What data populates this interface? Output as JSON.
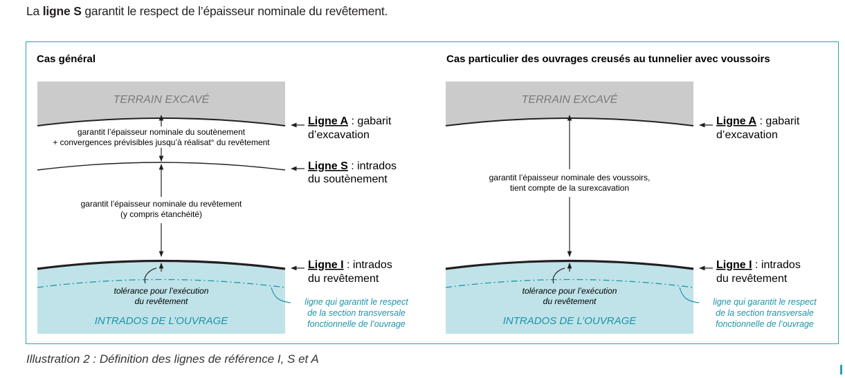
{
  "intro": {
    "before": "La ",
    "bold": "ligne S",
    "after": " garantit le respect de l’épaisseur nominale du revêtement."
  },
  "caption": "Illustration 2 : Définition des lignes de référence I, S et A",
  "colors": {
    "border": "#29a0b5",
    "teal_text": "#1d93a8",
    "terrain": "#cbcbcb",
    "intrados": "#bfe3e9"
  },
  "left": {
    "title": "Cas général",
    "terrain": "TERRAIN EXCAVÉ",
    "intrados": "INTRADOS DE L’OUVRAGE",
    "notes": {
      "a_s_1": "garantit l’épaisseur nominale du soutènement",
      "a_s_2": "+ convergences prévisibles jusqu’à réalisat° du revêtement",
      "s_i_1": "garantit l’épaisseur nominale du revêtement",
      "s_i_2": "(y compris étanchéité)",
      "tol_1": "tolérance pour l’exécution",
      "tol_2": "du revêtement"
    },
    "labels": {
      "a_bold": "Ligne A",
      "a_rest": " : gabarit",
      "a_line2": "d’excavation",
      "s_bold": "Ligne S",
      "s_rest": " : intrados",
      "s_line2": "du soutènement",
      "i_bold": "Ligne I",
      "i_rest": " : intrados",
      "i_line2": "du revêtement"
    },
    "teal_note": [
      "ligne qui garantit le respect",
      "de la section transversale",
      "fonctionnelle de l’ouvrage"
    ]
  },
  "right": {
    "title": "Cas particulier des ouvrages creusés au tunnelier avec voussoirs",
    "terrain": "TERRAIN EXCAVÉ",
    "intrados": "INTRADOS DE L’OUVRAGE",
    "notes": {
      "a_i_1": "garantit l’épaisseur nominale des voussoirs,",
      "a_i_2": "tient compte de la surexcavation",
      "tol_1": "tolérance pour l’exécution",
      "tol_2": "du revêtement"
    },
    "labels": {
      "a_bold": "Ligne A",
      "a_rest": " : gabarit",
      "a_line2": "d’excavation",
      "i_bold": "Ligne I",
      "i_rest": " : intrados",
      "i_line2": "du revêtement"
    },
    "teal_note": [
      "ligne qui garantit le respect",
      "de la section transversale",
      "fonctionnelle de l’ouvrage"
    ]
  }
}
